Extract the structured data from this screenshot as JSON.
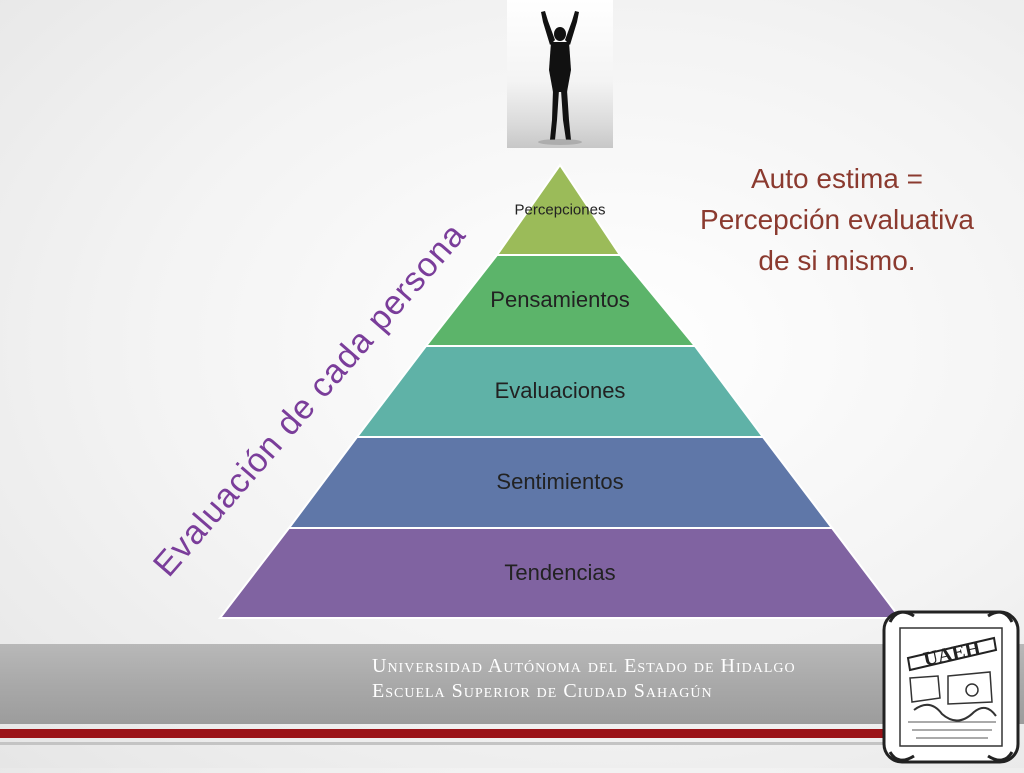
{
  "pyramid": {
    "tiers": [
      {
        "label": "Percepciones",
        "color": "#9bbb59"
      },
      {
        "label": "Pensamientos",
        "color": "#5cb46a"
      },
      {
        "label": "Evaluaciones",
        "color": "#5fb2a7"
      },
      {
        "label": "Sentimientos",
        "color": "#5f77a8"
      },
      {
        "label": "Tendencias",
        "color": "#8063a1"
      }
    ]
  },
  "side_label": "Evaluación de cada persona",
  "definition": {
    "line1": "Auto estima =",
    "line2": "Percepción evaluativa",
    "line3": "de si mismo."
  },
  "footer": {
    "line1": "Universidad Autónoma del Estado de Hidalgo",
    "line2": "Escuela Superior de Ciudad Sahagún"
  },
  "seal": {
    "text": "UAEH"
  },
  "colors": {
    "definition_text": "#8b3a2f",
    "side_label": "#7a3d9a",
    "footer_band": "#a9a9a9",
    "footer_bar": "#9b1318"
  }
}
